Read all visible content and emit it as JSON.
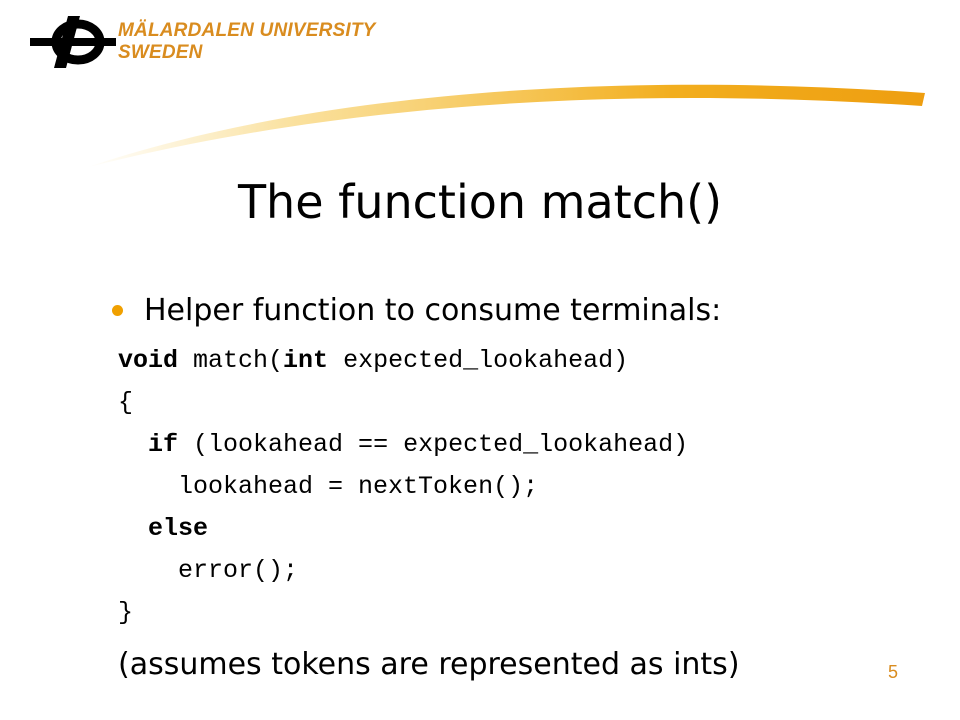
{
  "header": {
    "university_line1": "MÄLARDALEN UNIVERSITY",
    "university_line2": "SWEDEN",
    "accent_color": "#f0a000",
    "logo_icon": "mdh-logo-icon"
  },
  "slide": {
    "title": "The function match()",
    "bullet": "Helper function to consume terminals:",
    "code_lines": [
      {
        "indent": "",
        "keyword": "void",
        "rest": " match(",
        "keyword2": "int",
        "rest2": " expected_lookahead)"
      },
      {
        "indent": "",
        "keyword": "",
        "rest": "{",
        "keyword2": "",
        "rest2": ""
      },
      {
        "indent": "  ",
        "keyword": "if",
        "rest": " (lookahead == expected_lookahead)",
        "keyword2": "",
        "rest2": ""
      },
      {
        "indent": "    ",
        "keyword": "",
        "rest": "lookahead = nextToken();",
        "keyword2": "",
        "rest2": ""
      },
      {
        "indent": "  ",
        "keyword": "else",
        "rest": "",
        "keyword2": "",
        "rest2": ""
      },
      {
        "indent": "    ",
        "keyword": "",
        "rest": "error();",
        "keyword2": "",
        "rest2": ""
      },
      {
        "indent": "",
        "keyword": "",
        "rest": "}",
        "keyword2": "",
        "rest2": ""
      }
    ],
    "note": "(assumes tokens are represented as ints)",
    "page_number": "5"
  }
}
